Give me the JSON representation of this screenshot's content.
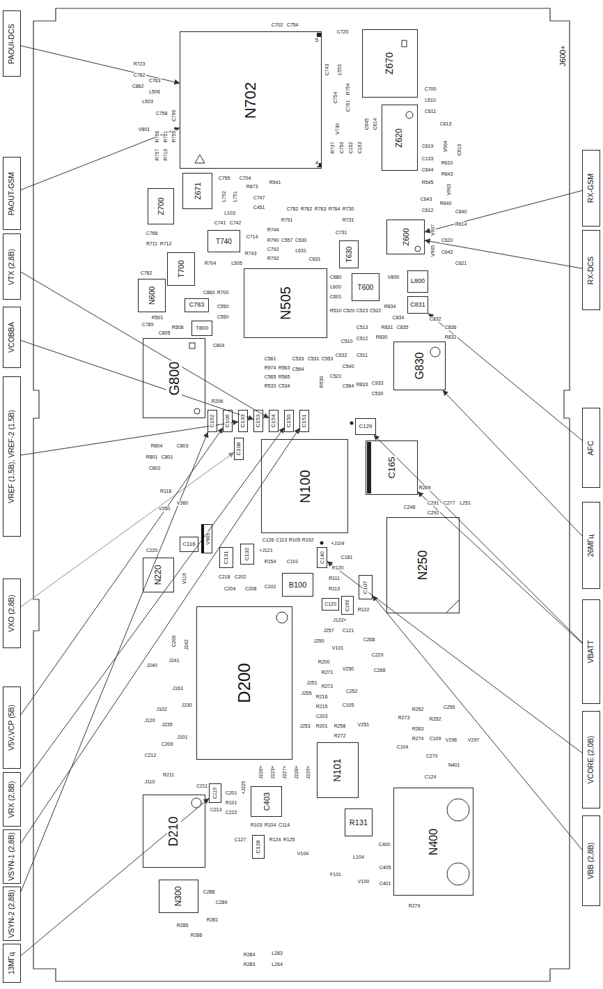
{
  "diagram": {
    "nodes": [
      {
        "text": [
          "PAOUI-DCS"
        ]
      },
      {
        "text": [
          "PAOUT-GSM"
        ]
      },
      {
        "text": [
          "VTX (2,8B)"
        ]
      },
      {
        "text": [
          "VCOBBA"
        ]
      },
      {
        "text": [
          "VREF (1,5B), VREF-2 (1,5B)"
        ]
      },
      {
        "text": [
          "VXO (2,8B)"
        ]
      },
      {
        "text": [
          "V5V,VCP (5B)"
        ]
      },
      {
        "text": [
          "VRX (2,8B)"
        ]
      },
      {
        "text": [
          "VSYN-1 (2,8B)"
        ]
      },
      {
        "text": [
          "VSYN-2 (2,8B)"
        ]
      },
      {
        "text": [
          "13МГц"
        ]
      },
      {
        "text": [
          "RX-GSM"
        ]
      },
      {
        "text": [
          "RX-DCS"
        ]
      },
      {
        "text": [
          "AFC"
        ]
      },
      {
        "text": [
          "26МГц"
        ]
      },
      {
        "text": [
          "VBATT"
        ]
      },
      {
        "text": [
          "VCORE (2,0B)"
        ]
      },
      {
        "text": [
          "VBB (2,8B)"
        ]
      },
      {
        "text": [
          "N702"
        ]
      },
      {
        "text": [
          "Z670"
        ]
      },
      {
        "text": [
          "Z620"
        ]
      },
      {
        "text": [
          "Z671"
        ]
      },
      {
        "text": [
          "Z700"
        ]
      },
      {
        "text": [
          "T740"
        ]
      },
      {
        "text": [
          "T700"
        ]
      },
      {
        "text": [
          "N600"
        ]
      },
      {
        "text": [
          "N505"
        ]
      },
      {
        "text": [
          "T630"
        ]
      },
      {
        "text": [
          "T600"
        ]
      },
      {
        "text": [
          "Z600"
        ]
      },
      {
        "text": [
          "L800"
        ]
      },
      {
        "text": [
          "C831"
        ]
      },
      {
        "text": [
          "G830"
        ]
      },
      {
        "text": [
          "C783"
        ]
      },
      {
        "text": [
          "T800"
        ]
      },
      {
        "text": [
          "G800"
        ]
      },
      {
        "text": [
          "C152"
        ]
      },
      {
        "text": [
          "C106"
        ]
      },
      {
        "text": [
          "C133"
        ]
      },
      {
        "text": [
          "C153"
        ]
      },
      {
        "text": [
          "C154"
        ]
      },
      {
        "text": [
          "C150"
        ]
      },
      {
        "text": [
          "C151"
        ]
      },
      {
        "text": [
          "C129"
        ]
      },
      {
        "text": [
          "C108"
        ]
      },
      {
        "text": [
          "N100"
        ]
      },
      {
        "text": [
          "C165"
        ]
      },
      {
        "text": [
          "C116"
        ]
      },
      {
        "text": [
          "V905"
        ]
      },
      {
        "text": [
          "N220"
        ]
      },
      {
        "text": [
          "C131"
        ]
      },
      {
        "text": [
          "C132"
        ]
      },
      {
        "text": [
          "B100"
        ]
      },
      {
        "text": [
          "C140"
        ]
      },
      {
        "text": [
          "C107"
        ]
      },
      {
        "text": [
          "C120"
        ]
      },
      {
        "text": [
          "C160"
        ]
      },
      {
        "text": [
          "N250"
        ]
      },
      {
        "text": [
          "D200"
        ]
      },
      {
        "text": [
          "N101"
        ]
      },
      {
        "text": [
          "C403"
        ]
      },
      {
        "text": [
          "C128"
        ]
      },
      {
        "text": [
          "R131"
        ]
      },
      {
        "text": [
          "N400"
        ]
      },
      {
        "text": [
          "D210"
        ]
      },
      {
        "text": [
          "N300"
        ]
      },
      {
        "text": [
          "C119"
        ]
      }
    ],
    "edges": [
      {
        "from": 0,
        "to": 18,
        "arrow": "to"
      },
      {
        "from": 1,
        "to": 18,
        "arrow": "to"
      },
      {
        "from": 2,
        "to": 40,
        "arrow": "to"
      },
      {
        "from": 3,
        "to": 39,
        "arrow": "to"
      },
      {
        "from": 4,
        "to": 38,
        "arrow": "to"
      },
      {
        "from": 5,
        "to": 44,
        "arrow": "to"
      },
      {
        "from": 6,
        "to": 37,
        "arrow": "to"
      },
      {
        "from": 7,
        "to": 41,
        "arrow": "to"
      },
      {
        "from": 8,
        "to": 42,
        "arrow": "to"
      },
      {
        "from": 9,
        "to": 36,
        "arrow": "to"
      },
      {
        "from": 10,
        "to": 66,
        "arrow": "to"
      },
      {
        "from": 11,
        "to": 29,
        "arrow": "to"
      },
      {
        "from": 12,
        "to": 29,
        "arrow": "to"
      },
      {
        "from": 13,
        "to": 31,
        "arrow": "to"
      },
      {
        "from": 14,
        "to": 32,
        "arrow": "to"
      },
      {
        "from": 15,
        "to": 46,
        "arrow": "to"
      },
      {
        "from": 15,
        "to": 43,
        "arrow": "to"
      },
      {
        "from": 16,
        "to": 53,
        "arrow": "to"
      },
      {
        "from": 17,
        "to": 54,
        "arrow": "to"
      }
    ],
    "labels": [
      "5",
      "4",
      "C702",
      "C754",
      "C720",
      "C743",
      "L553",
      "R754",
      "C761",
      "C754",
      "V730",
      "C645",
      "C614",
      "R737",
      "C750",
      "C162",
      "C163",
      "C700",
      "L510",
      "C611",
      "C613",
      "C619",
      "V904",
      "C610",
      "C133",
      "R610",
      "C644",
      "R643",
      "R545",
      "V903",
      "C643",
      "R640",
      "C640",
      "C612",
      "R614",
      "V907",
      "C620",
      "V905",
      "C642",
      "C621",
      "J600+",
      "R723",
      "C762",
      "C763",
      "C862",
      "L506",
      "L503",
      "C758",
      "C790",
      "V801",
      "R756",
      "R751",
      "R755",
      "R757",
      "R710",
      "C755",
      "C704",
      "L752",
      "L751",
      "L103",
      "R673",
      "C747",
      "C451",
      "R541",
      "C741",
      "C742",
      "C714",
      "R744",
      "C782",
      "R762",
      "R763",
      "R764",
      "R730",
      "R731",
      "C731",
      "R791",
      "R790",
      "C557",
      "C630",
      "C792",
      "R792",
      "L631",
      "C631",
      "L505",
      "R743",
      "R704",
      "C766",
      "R711",
      "R712",
      "C782",
      "C860",
      "R700",
      "C550",
      "C550",
      "R508",
      "C789",
      "R501",
      "C805",
      "C804",
      "C680",
      "L600",
      "C601",
      "R510",
      "C520",
      "C523",
      "C522",
      "C513",
      "C512",
      "C510",
      "C511",
      "C532",
      "C553",
      "C531",
      "C533",
      "C561",
      "C540",
      "C521",
      "C564",
      "R833",
      "C933",
      "C530",
      "R974",
      "R563",
      "C564",
      "R565",
      "C565",
      "R533",
      "C534",
      "R530",
      "V800",
      "R834",
      "C834",
      "R831",
      "C835",
      "R830",
      "C832",
      "C836",
      "R832",
      "R206",
      "R804",
      "C803",
      "R801",
      "C801",
      "C802",
      "R269",
      "R118",
      "V350",
      "V360",
      "C220",
      "V116",
      "C126",
      "C113",
      "R105",
      "R102",
      "+J121",
      "R154",
      "C101",
      "C218",
      "C202",
      "C204",
      "C208",
      "C102",
      "+J104",
      "C181",
      "R120",
      "R111",
      "R113",
      "J122+",
      "R122",
      "C121",
      "J257",
      "V101",
      "C268",
      "C229",
      "J250",
      "R200",
      "R271",
      "V250",
      "J251",
      "R272",
      "C252",
      "C268",
      "J255",
      "R216",
      "R215",
      "C105",
      "C203",
      "J253",
      "R201",
      "R258",
      "R272",
      "V251",
      "C248",
      "C291",
      "C292",
      "C277",
      "L251",
      "R252",
      "C255",
      "R273",
      "R252",
      "R263",
      "R274",
      "C104",
      "C109",
      "V296",
      "V297",
      "C270",
      "N401",
      "C124",
      "J240",
      "J241",
      "J242",
      "C206",
      "J163",
      "J230",
      "J102",
      "J120",
      "J235",
      "J101",
      "C209",
      "C212",
      "R211",
      "J110",
      "J226+",
      "J223+",
      "J227+",
      "J228+",
      "J229+",
      "+J225",
      "C211",
      "C213",
      "C201",
      "R101",
      "C222",
      "R103",
      "R104",
      "C114",
      "C127",
      "R124",
      "R125",
      "V104",
      "L104",
      "C400",
      "F101",
      "V100",
      "C405",
      "C401",
      "R279",
      "C288",
      "C289",
      "R281",
      "R285",
      "R286",
      "R284",
      "R283",
      "L283",
      "L264"
    ]
  }
}
